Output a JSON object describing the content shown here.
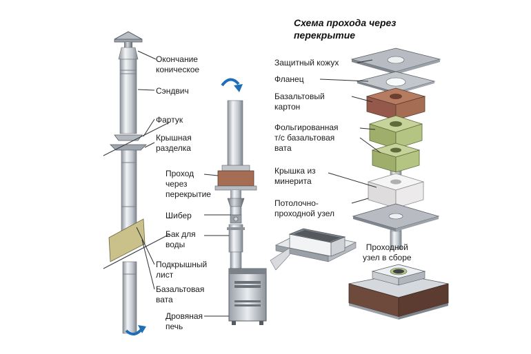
{
  "title": {
    "line1": "Схема прохода через",
    "line2": "перекрытие"
  },
  "left_labels": {
    "cone_end": [
      "Окончание",
      "коническое"
    ],
    "sandwich": [
      "Сэндвич"
    ],
    "apron": [
      "Фартук"
    ],
    "roof_cut": [
      "Крышная",
      "разделка"
    ],
    "ceiling_pass": [
      "Проход",
      "через",
      "перекрытие"
    ],
    "damper": [
      "Шибер"
    ],
    "water_tank": [
      "Бак для",
      "воды"
    ],
    "roof_sheet": [
      "Подкрышный",
      "лист"
    ],
    "basalt_wool": [
      "Базальтовая",
      "вата"
    ],
    "stove": [
      "Дровяная",
      "печь"
    ]
  },
  "right_labels": {
    "casing": [
      "Защитный кожух"
    ],
    "flange": [
      "Фланец"
    ],
    "basalt_board": [
      "Базальтовый",
      "картон"
    ],
    "foil_wool": [
      "Фольгированная",
      "т/с базальтовая",
      "вата"
    ],
    "minerite_cover": [
      "Крышка из",
      "минерита"
    ],
    "ceiling_unit": [
      "Потолочно-",
      "проходной узел"
    ],
    "assembled_unit": [
      "Проходной",
      "узел в сборе"
    ]
  },
  "colors": {
    "pipe": "#c9ced6",
    "arrow": "#1f6fb7",
    "basalt_board": "#a66d55",
    "foil_wool": "#b4c483",
    "minerite": "#eceaea",
    "plate": "#b8bcc2",
    "wool_panel": "#c9c08a"
  }
}
